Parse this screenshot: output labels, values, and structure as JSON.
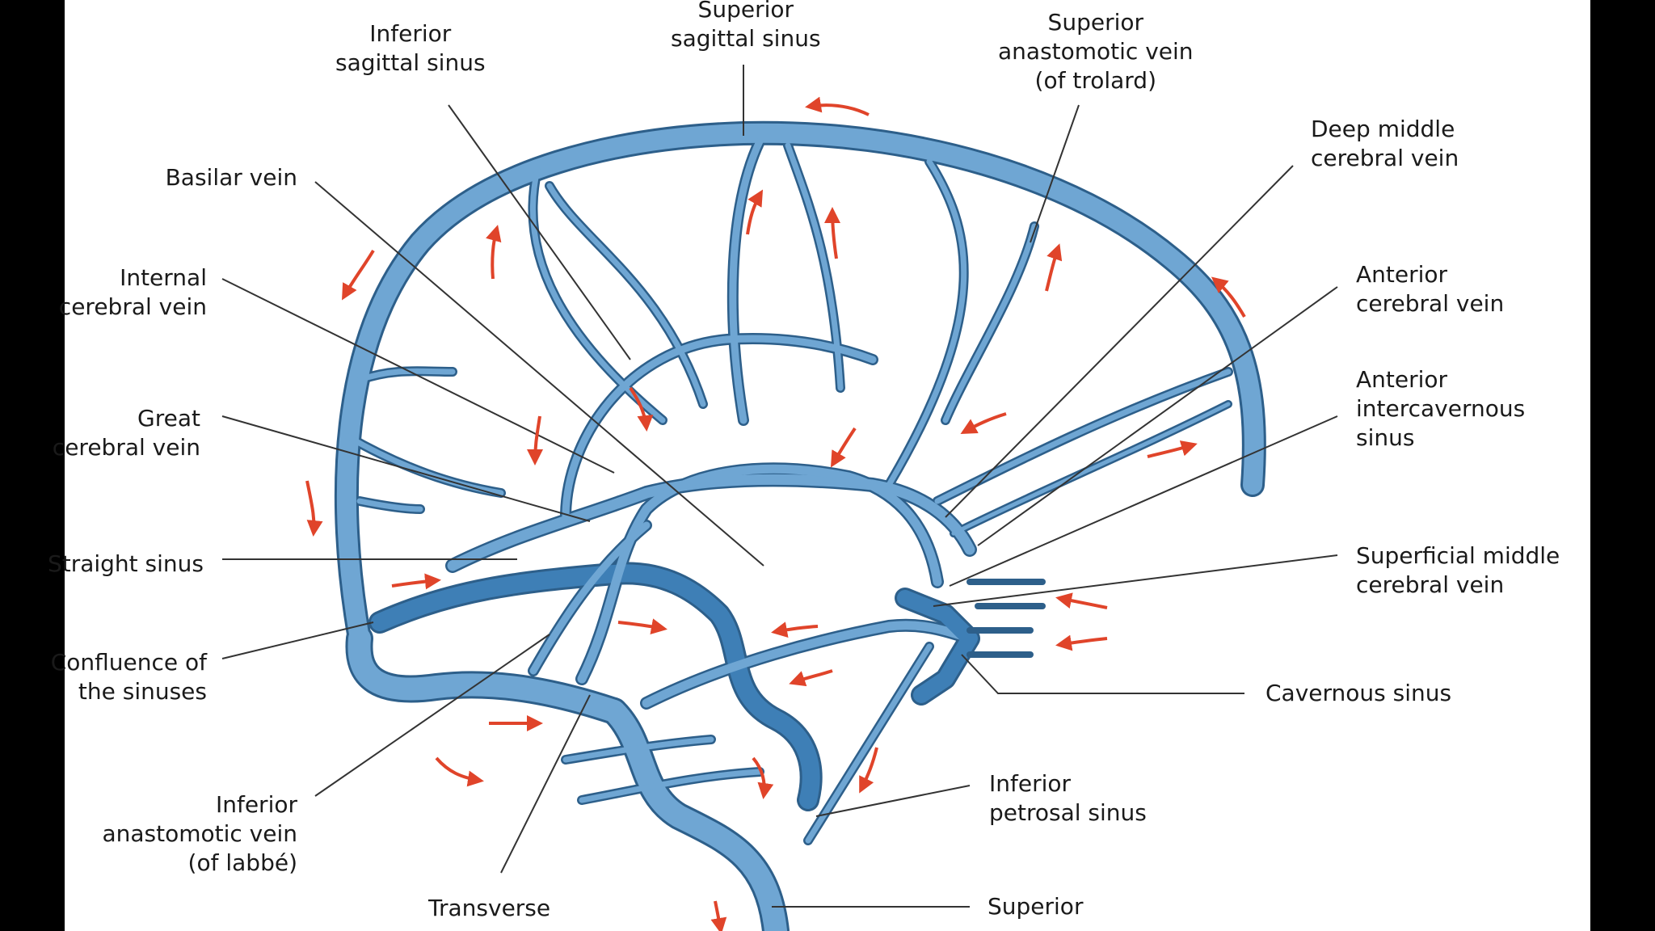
{
  "colors": {
    "background": "#000000",
    "sheet": "#ffffff",
    "vein_fill": "#6fa6d3",
    "vein_dark": "#3e7fb6",
    "vein_outline": "#2d5f8a",
    "arrow": "#e0442a",
    "leader": "#333333"
  },
  "labels": {
    "inferior_sagittal_sinus": [
      "Inferior",
      "sagittal sinus"
    ],
    "superior_sagittal_sinus": [
      "Superior",
      "sagittal sinus"
    ],
    "superior_anastomotic_vein": [
      "Superior",
      "anastomotic vein",
      "(of trolard)"
    ],
    "deep_middle_cerebral_vein": [
      "Deep middle",
      "cerebral vein"
    ],
    "basilar_vein": [
      "Basilar vein"
    ],
    "internal_cerebral_vein": [
      "Internal",
      "cerebral vein"
    ],
    "anterior_cerebral_vein": [
      "Anterior",
      "cerebral vein"
    ],
    "anterior_intercavernous_sinus": [
      "Anterior",
      "intercavernous",
      "sinus"
    ],
    "great_cerebral_vein": [
      "Great",
      "cerebral vein"
    ],
    "straight_sinus": [
      "Straight sinus"
    ],
    "superficial_middle_cerebral_vein": [
      "Superficial middle",
      "cerebral vein"
    ],
    "confluence_of_sinuses": [
      "Confluence of",
      "the sinuses"
    ],
    "cavernous_sinus": [
      "Cavernous sinus"
    ],
    "inferior_anastomotic_vein": [
      "Inferior",
      "anastomotic vein",
      "(of labbé)"
    ],
    "inferior_petrosal_sinus": [
      "Inferior",
      "petrosal sinus"
    ],
    "transverse_sinus": [
      "Transverse"
    ],
    "superior_petrosal_sinus": [
      "Superior"
    ]
  }
}
